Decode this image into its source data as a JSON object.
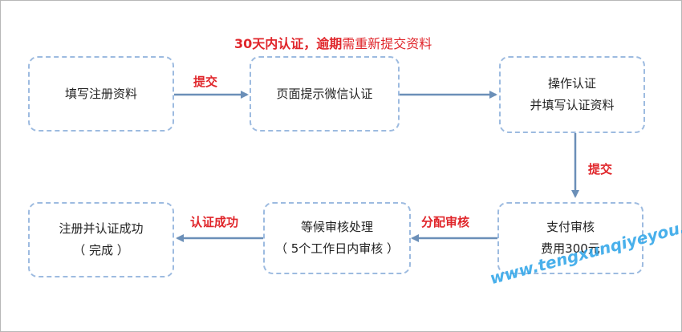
{
  "top_note": {
    "highlight": "30天内认证，逾期",
    "rest": "需重新提交资料"
  },
  "boxes": {
    "fill_info": {
      "line1": "填写注册资料",
      "line2": ""
    },
    "page_prompt": {
      "line1": "页面提示微信认证",
      "line2": ""
    },
    "operate_auth": {
      "line1": "操作认证",
      "line2": "并填写认证资料"
    },
    "pay_review": {
      "line1": "支付审核",
      "line2": "费用300元"
    },
    "wait_review": {
      "line1": "等候审核处理",
      "line2": "（ 5个工作日内审核 ）"
    },
    "success": {
      "line1": "注册并认证成功",
      "line2": "（ 完成 ）"
    }
  },
  "edge_labels": {
    "submit_1": "提交",
    "submit_2": "提交",
    "assign_review": "分配审核",
    "auth_success": "认证成功"
  },
  "watermark": "www.tengxunqiyeyou.com",
  "colors": {
    "arrow": "#6b8fb8",
    "border": "#9dbbe0",
    "label_red": "#e0262b",
    "watermark": "#2aa3e8"
  }
}
